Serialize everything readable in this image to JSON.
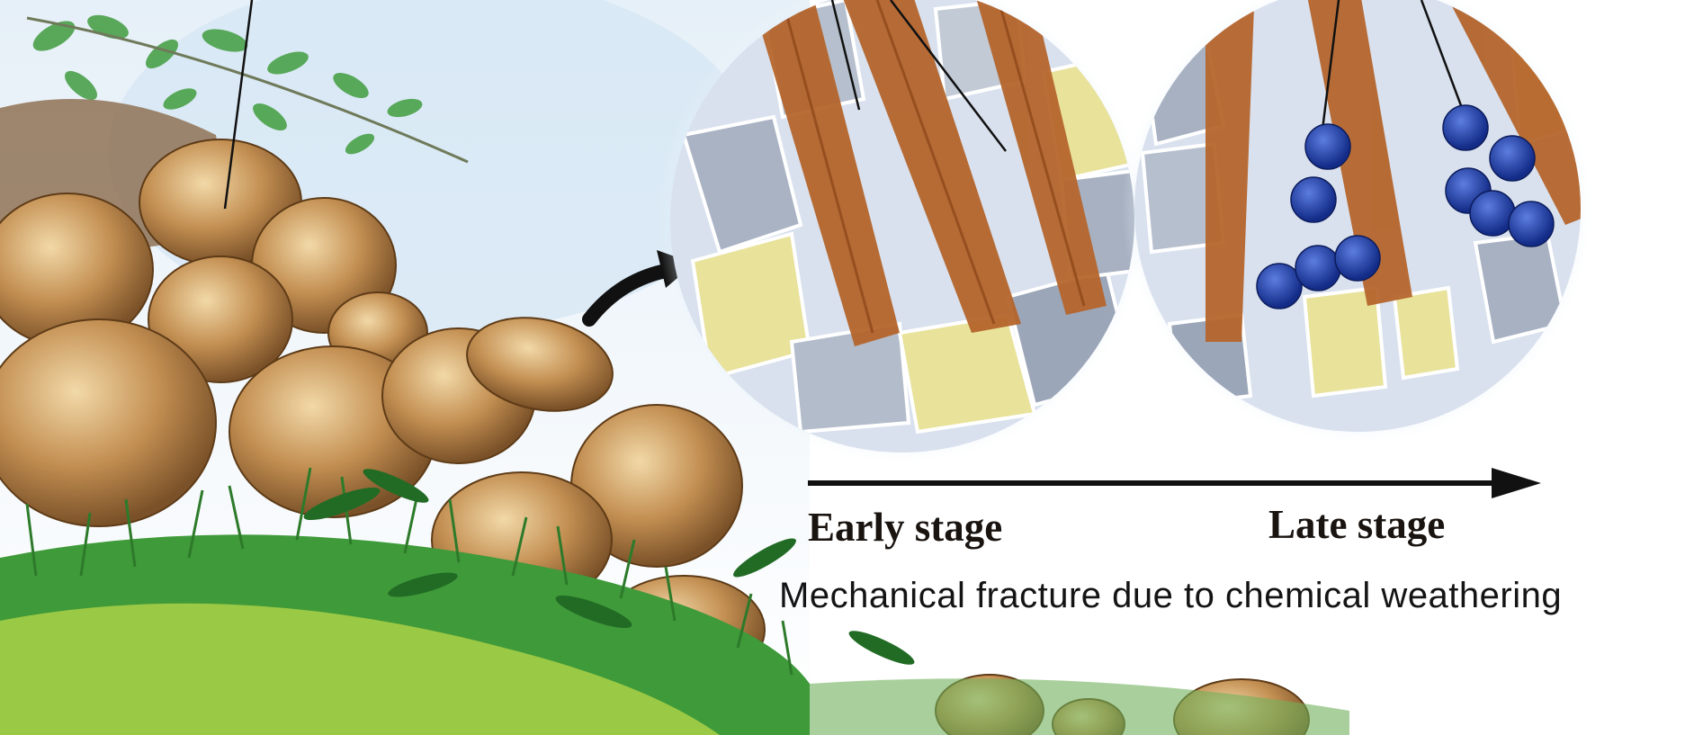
{
  "labels": {
    "early_stage": "Early stage",
    "late_stage": "Late stage",
    "caption": "Mechanical fracture due to chemical weathering"
  },
  "colors": {
    "sky": "#dbe9f5",
    "boulder": "#b8874e",
    "boulder_dark": "#7a5128",
    "grass": "#3f9a3a",
    "grass_light": "#b9d84a",
    "root": "#b5652c",
    "mineral_grey": "#aab3c4",
    "mineral_yellow": "#e8e29a",
    "particle_blue": "#1f3fb0",
    "arrow": "#111111"
  },
  "icons": {
    "timeline": "arrow-right-icon",
    "zoom": "curved-arrow-icon"
  }
}
